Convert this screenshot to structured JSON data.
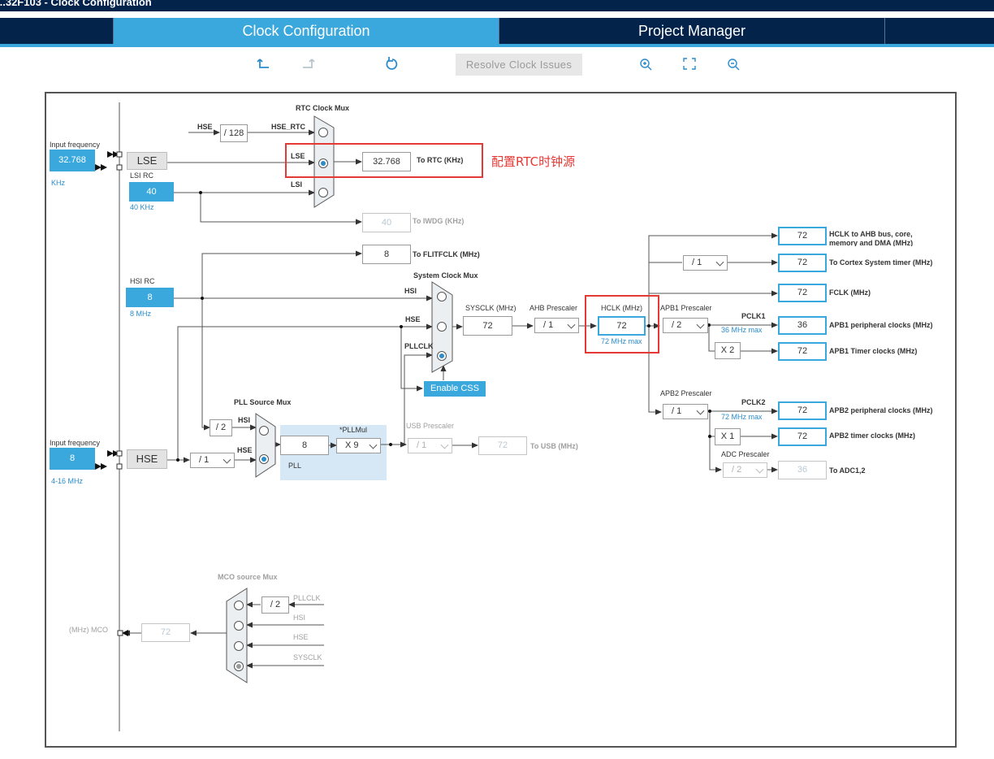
{
  "header": {
    "breadcrumb": "...32F103 - Clock Configuration"
  },
  "tabs": [
    {
      "label": "Clock Configuration",
      "active": true
    },
    {
      "label": "Project Manager",
      "active": false
    }
  ],
  "toolbar": {
    "undo_icon": "undo-icon",
    "redo_icon": "redo-icon",
    "reset_icon": "reset-icon",
    "resolve_label": "Resolve Clock Issues",
    "zoom_in_icon": "zoom-in-icon",
    "fit_icon": "fit-screen-icon",
    "zoom_out_icon": "zoom-out-icon"
  },
  "colors": {
    "accent": "#3aa8dc",
    "header": "#03234b",
    "highlight": "#e53935"
  },
  "diagram": {
    "lse_input": {
      "label": "Input frequency",
      "value": "32.768",
      "unit": "KHz",
      "source": "LSE"
    },
    "lsi": {
      "label": "LSI RC",
      "value": "40",
      "unit": "40 KHz"
    },
    "rtc": {
      "mux_title": "RTC Clock Mux",
      "hse_label": "HSE",
      "div128": "/ 128",
      "hse_rtc": "HSE_RTC",
      "lse_label": "LSE",
      "lsi_label": "LSI",
      "out_value": "32.768",
      "out_label": "To RTC (KHz)"
    },
    "iwdg": {
      "value": "40",
      "label": "To IWDG (KHz)"
    },
    "flitf": {
      "value": "8",
      "label": "To FLITFCLK (MHz)"
    },
    "hsi": {
      "label": "HSI RC",
      "value": "8",
      "unit": "8 MHz"
    },
    "sysmux": {
      "title": "System Clock Mux",
      "hsi": "HSI",
      "hse": "HSE",
      "pllclk": "PLLCLK",
      "enable_css": "Enable CSS"
    },
    "sysclk": {
      "label": "SYSCLK (MHz)",
      "value": "72"
    },
    "ahb": {
      "label": "AHB Prescaler",
      "value": "/ 1"
    },
    "hclk": {
      "label": "HCLK (MHz)",
      "value": "72",
      "max": "72 MHz max"
    },
    "apb1": {
      "label": "APB1 Prescaler",
      "value": "/ 2",
      "pclk": "PCLK1",
      "max": "36 MHz max",
      "x": "X 2"
    },
    "apb2": {
      "label": "APB2 Prescaler",
      "value": "/ 1",
      "pclk": "PCLK2",
      "max": "72 MHz max",
      "x": "X 1"
    },
    "adc": {
      "label": "ADC Prescaler",
      "value": "/ 2",
      "out": "36",
      "out_label": "To ADC1,2"
    },
    "cortex_div": "/ 1",
    "outputs": [
      {
        "value": "72",
        "label": "HCLK to AHB bus, core, memory and DMA (MHz)"
      },
      {
        "value": "72",
        "label": "To Cortex System timer (MHz)"
      },
      {
        "value": "72",
        "label": "FCLK (MHz)"
      },
      {
        "value": "36",
        "label": "APB1 peripheral clocks (MHz)"
      },
      {
        "value": "72",
        "label": "APB1 Timer clocks (MHz)"
      },
      {
        "value": "72",
        "label": "APB2 peripheral clocks (MHz)"
      },
      {
        "value": "72",
        "label": "APB2 timer clocks (MHz)"
      }
    ],
    "pll": {
      "mux_title": "PLL Source Mux",
      "hsi_div": "/ 2",
      "hsi": "HSI",
      "hse": "HSE",
      "value": "8",
      "mul_label": "*PLLMul",
      "mul": "X 9",
      "name": "PLL"
    },
    "usb": {
      "label": "USB Prescaler",
      "value": "/ 1",
      "out": "72",
      "out_label": "To USB (MHz)"
    },
    "hse_input": {
      "label": "Input frequency",
      "value": "8",
      "range": "4-16 MHz",
      "source": "HSE",
      "div": "/ 1"
    },
    "mco": {
      "title": "MCO source Mux",
      "pllclk": "PLLCLK",
      "div": "/ 2",
      "hsi": "HSI",
      "hse": "HSE",
      "sysclk": "SYSCLK",
      "value": "72",
      "label": "(MHz) MCO"
    },
    "annotation": "配置RTC时钟源"
  }
}
